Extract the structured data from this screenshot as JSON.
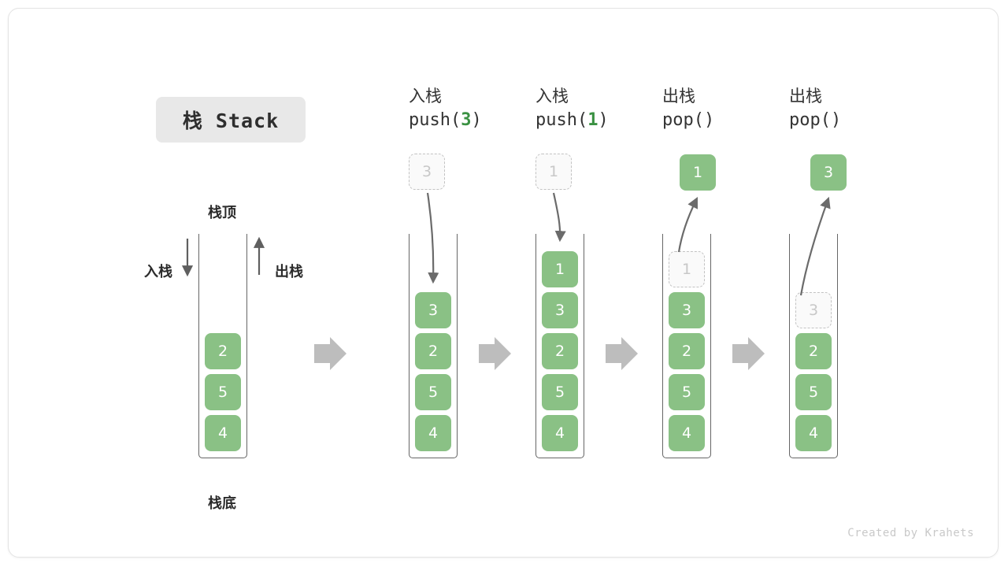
{
  "canvas": {
    "title": "栈 Stack",
    "footer": "Created by Krahets",
    "colors": {
      "cell_fill": "#8ac185",
      "cell_text": "#ffffff",
      "ghost_border": "#c2c2c2",
      "ghost_text": "#c8c8c8",
      "accent_green": "#3a9142",
      "container_border": "#666666",
      "arrow_gray": "#bdbdbd",
      "curve_gray": "#6b6b6b",
      "chip_bg": "#e8e8e8"
    }
  },
  "labels": {
    "stack_top": "栈顶",
    "stack_bottom": "栈底",
    "push_side": "入栈",
    "pop_side": "出栈"
  },
  "columns": [
    {
      "id": "initial",
      "op_cn": "",
      "op_code_prefix": "",
      "op_code_arg": "",
      "op_code_suffix": "",
      "float_cell": null,
      "cells": [
        {
          "value": "",
          "state": "empty"
        },
        {
          "value": "",
          "state": "empty"
        },
        {
          "value": "2",
          "state": "filled"
        },
        {
          "value": "5",
          "state": "filled"
        },
        {
          "value": "4",
          "state": "filled"
        }
      ]
    },
    {
      "id": "push-3",
      "op_cn": "入栈",
      "op_code_prefix": "push(",
      "op_code_arg": "3",
      "op_code_suffix": ")",
      "float_cell": {
        "value": "3",
        "state": "ghost"
      },
      "cells": [
        {
          "value": "",
          "state": "empty"
        },
        {
          "value": "3",
          "state": "filled"
        },
        {
          "value": "2",
          "state": "filled"
        },
        {
          "value": "5",
          "state": "filled"
        },
        {
          "value": "4",
          "state": "filled"
        }
      ]
    },
    {
      "id": "push-1",
      "op_cn": "入栈",
      "op_code_prefix": "push(",
      "op_code_arg": "1",
      "op_code_suffix": ")",
      "float_cell": {
        "value": "1",
        "state": "ghost"
      },
      "cells": [
        {
          "value": "1",
          "state": "filled"
        },
        {
          "value": "3",
          "state": "filled"
        },
        {
          "value": "2",
          "state": "filled"
        },
        {
          "value": "5",
          "state": "filled"
        },
        {
          "value": "4",
          "state": "filled"
        }
      ]
    },
    {
      "id": "pop-1",
      "op_cn": "出栈",
      "op_code_prefix": "pop(",
      "op_code_arg": "",
      "op_code_suffix": ")",
      "float_cell": {
        "value": "1",
        "state": "filled"
      },
      "cells": [
        {
          "value": "1",
          "state": "ghost"
        },
        {
          "value": "3",
          "state": "filled"
        },
        {
          "value": "2",
          "state": "filled"
        },
        {
          "value": "5",
          "state": "filled"
        },
        {
          "value": "4",
          "state": "filled"
        }
      ]
    },
    {
      "id": "pop-3",
      "op_cn": "出栈",
      "op_code_prefix": "pop(",
      "op_code_arg": "",
      "op_code_suffix": ")",
      "float_cell": {
        "value": "3",
        "state": "filled"
      },
      "cells": [
        {
          "value": "",
          "state": "empty"
        },
        {
          "value": "3",
          "state": "ghost"
        },
        {
          "value": "2",
          "state": "filled"
        },
        {
          "value": "5",
          "state": "filled"
        },
        {
          "value": "4",
          "state": "filled"
        }
      ]
    }
  ],
  "separators": [
    "step-arrow-1",
    "step-arrow-2",
    "step-arrow-3",
    "step-arrow-4"
  ]
}
